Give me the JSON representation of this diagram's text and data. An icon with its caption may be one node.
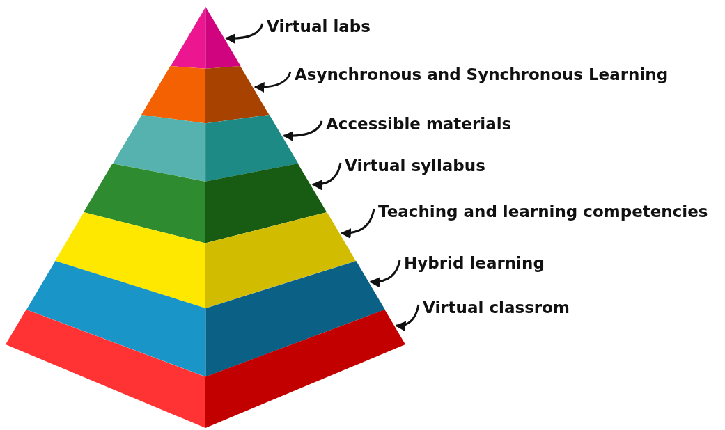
{
  "diagram": {
    "nodes": [
      {
        "text": [],
        "shape": "triangle"
      },
      {
        "text": [],
        "shape": "band"
      },
      {
        "text": [],
        "shape": "band"
      },
      {
        "text": [],
        "shape": "band"
      },
      {
        "text": [],
        "shape": "band"
      },
      {
        "text": [],
        "shape": "band"
      },
      {
        "text": [],
        "shape": "band"
      },
      {
        "text": [
          "Virtual labs"
        ]
      },
      {
        "text": [
          "Asynchronous and Synchronous Learning"
        ]
      },
      {
        "text": [
          "Accessible materials"
        ]
      },
      {
        "text": [
          "Virtual syllabus"
        ]
      },
      {
        "text": [
          "Teaching and learning competencies"
        ]
      },
      {
        "text": [
          "Hybrid learning"
        ]
      },
      {
        "text": [
          "Virtual classrom"
        ]
      }
    ],
    "edges": [
      {
        "from": 7,
        "to": 0,
        "arrow": "to"
      },
      {
        "from": 8,
        "to": 1,
        "arrow": "to"
      },
      {
        "from": 9,
        "to": 2,
        "arrow": "to"
      },
      {
        "from": 10,
        "to": 3,
        "arrow": "to"
      },
      {
        "from": 11,
        "to": 4,
        "arrow": "to"
      },
      {
        "from": 12,
        "to": 5,
        "arrow": "to"
      },
      {
        "from": 13,
        "to": 6,
        "arrow": "to"
      }
    ]
  }
}
